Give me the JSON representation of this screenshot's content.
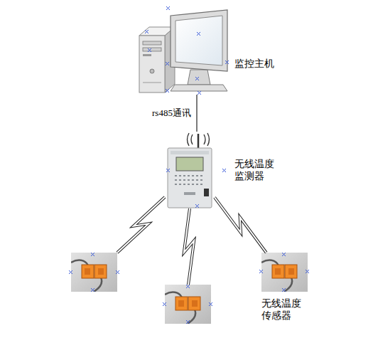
{
  "diagram": {
    "nodes": [
      {
        "text": [
          "监控主机"
        ]
      },
      {
        "text": [
          "无线温度 监测器"
        ]
      },
      {
        "text": [
          "无线温度 传感器"
        ]
      }
    ],
    "edges": [
      {
        "from": 0,
        "to": 1,
        "arrow": "none",
        "label": "rs485通讯"
      },
      {
        "from": 1,
        "to": 2,
        "arrow": "none"
      }
    ]
  }
}
